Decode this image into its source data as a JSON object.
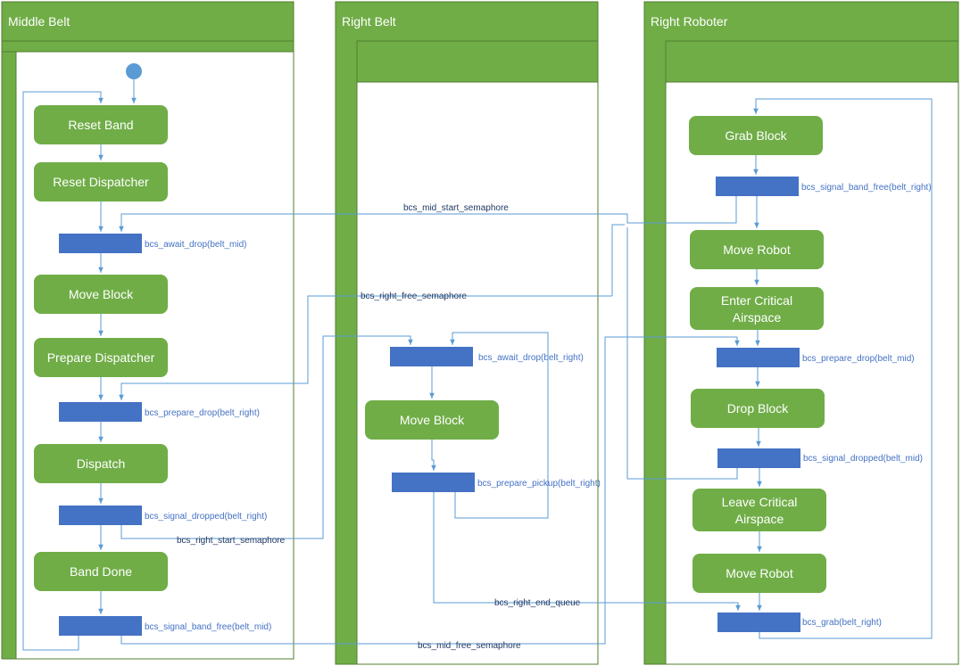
{
  "lanes": [
    {
      "title": "Middle Belt"
    },
    {
      "title": "Right Belt"
    },
    {
      "title": "Right Roboter"
    }
  ],
  "actions": {
    "mid_reset_band": "Reset Band",
    "mid_reset_dispatcher": "Reset Dispatcher",
    "mid_move_block": "Move Block",
    "mid_prepare_dispatcher": "Prepare Dispatcher",
    "mid_dispatch": "Dispatch",
    "mid_band_done": "Band Done",
    "right_move_block": "Move Block",
    "robot_grab_block": "Grab Block",
    "robot_move_robot_1": "Move Robot",
    "robot_enter_airspace_1": "Enter Critical",
    "robot_enter_airspace_2": "Airspace",
    "robot_drop_block": "Drop Block",
    "robot_leave_airspace_1": "Leave Critical",
    "robot_leave_airspace_2": "Airspace",
    "robot_move_robot_2": "Move Robot"
  },
  "bars": {
    "mid_await_drop": "bcs_await_drop(belt_mid)",
    "mid_prepare_drop": "bcs_prepare_drop(belt_right)",
    "mid_signal_dropped": "bcs_signal_dropped(belt_right)",
    "mid_signal_band_free": "bcs_signal_band_free(belt_mid)",
    "right_await_drop": "bcs_await_drop(belt_right)",
    "right_prepare_pickup": "bcs_prepare_pickup(belt_right)",
    "robot_signal_band_free": "bcs_signal_band_free(belt_right)",
    "robot_prepare_drop": "bcs_prepare_drop(belt_mid)",
    "robot_signal_dropped": "bcs_signal_dropped(belt_mid)",
    "robot_grab": "bcs_grab(belt_right)"
  },
  "flows": {
    "mid_start_semaphore": "bcs_mid_start_semaphore",
    "right_free_semaphore": "bcs_right_free_semaphore",
    "right_start_semaphore": "bcs_right_start_semaphore",
    "right_end_queue": "bcs_right_end_queue",
    "mid_free_semaphore": "bcs_mid_free_semaphore"
  },
  "colors": {
    "lane": "#70AD47",
    "action": "#70AD47",
    "bar": "#4472C4",
    "flow": "#5B9BD5",
    "start_node": "#5B9BD5"
  }
}
